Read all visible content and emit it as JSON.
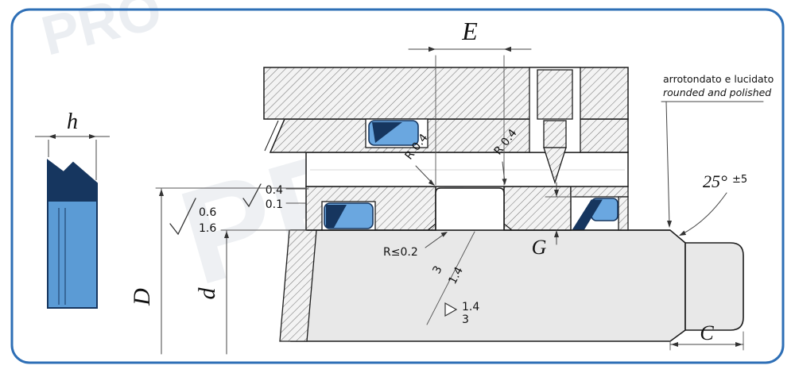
{
  "drawing": {
    "watermark": "PRO",
    "dims": {
      "h": "h",
      "E": "E",
      "D": "D",
      "d": "d",
      "G": "G",
      "C": "C"
    },
    "radii": {
      "left": "R 0.4",
      "right": "R 0.4",
      "max": "R≤0.2"
    },
    "finish": {
      "top_upper": "0.4",
      "top_lower": "0.1",
      "left_upper": "0.6",
      "left_lower": "1.6"
    },
    "chamfer": {
      "diag_first": "3",
      "diag_second": "1.4",
      "horiz_first": "1.4",
      "horiz_second": "3"
    },
    "angle": {
      "value": "25°",
      "tolerance": "±5"
    },
    "note": {
      "italian": "arrotondato e lucidato",
      "english": "rounded and polished"
    },
    "colors": {
      "border": "#2e6fb6",
      "seal_dark": "#16365f",
      "seal_blue": "#6aa7e0",
      "steel": "#e8e8e8"
    }
  }
}
